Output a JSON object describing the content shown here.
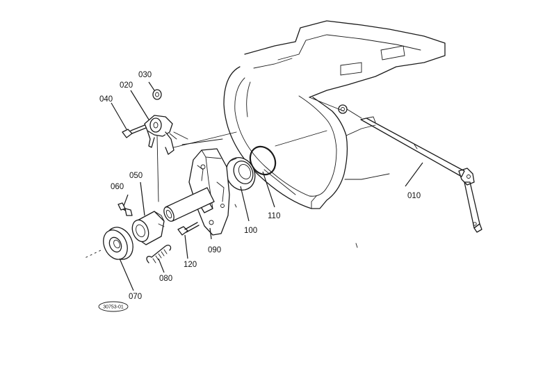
{
  "callouts": [
    {
      "id": "c010",
      "text": "010"
    },
    {
      "id": "c020",
      "text": "020"
    },
    {
      "id": "c030",
      "text": "030"
    },
    {
      "id": "c040",
      "text": "040"
    },
    {
      "id": "c050",
      "text": "050"
    },
    {
      "id": "c060",
      "text": "060"
    },
    {
      "id": "c070",
      "text": "070"
    },
    {
      "id": "c080",
      "text": "080"
    },
    {
      "id": "c090",
      "text": "090"
    },
    {
      "id": "c100",
      "text": "100"
    },
    {
      "id": "c110",
      "text": "110"
    },
    {
      "id": "c120",
      "text": "120"
    }
  ],
  "reference_code": "30753-01"
}
